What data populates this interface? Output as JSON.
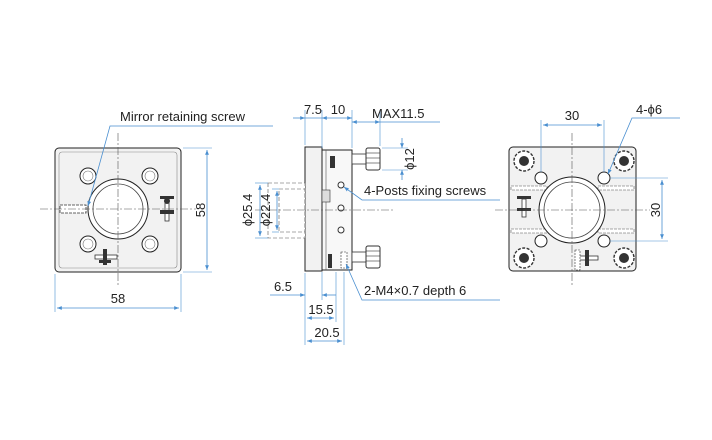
{
  "labels": {
    "mirror_retaining_screw": "Mirror retaining screw",
    "posts_fixing_screws": "4-Posts fixing screws",
    "m4_holes": "2-M4×0.7 depth 6"
  },
  "dimensions": {
    "front_width": "58",
    "front_height": "58",
    "side_7_5": "7.5",
    "side_10": "10",
    "side_max": "MAX11.5",
    "side_phi12": "ϕ12",
    "side_phi25_4": "ϕ25.4",
    "side_phi22_4": "ϕ22.4",
    "side_6_5": "6.5",
    "side_15_5": "15.5",
    "side_20_5": "20.5",
    "back_30_h": "30",
    "back_30_v": "30",
    "back_holes": "4-ϕ6"
  },
  "colors": {
    "dimension_line": "#4a8fd0",
    "part_outline": "#222222",
    "body_fill": "#f2f2f2"
  }
}
